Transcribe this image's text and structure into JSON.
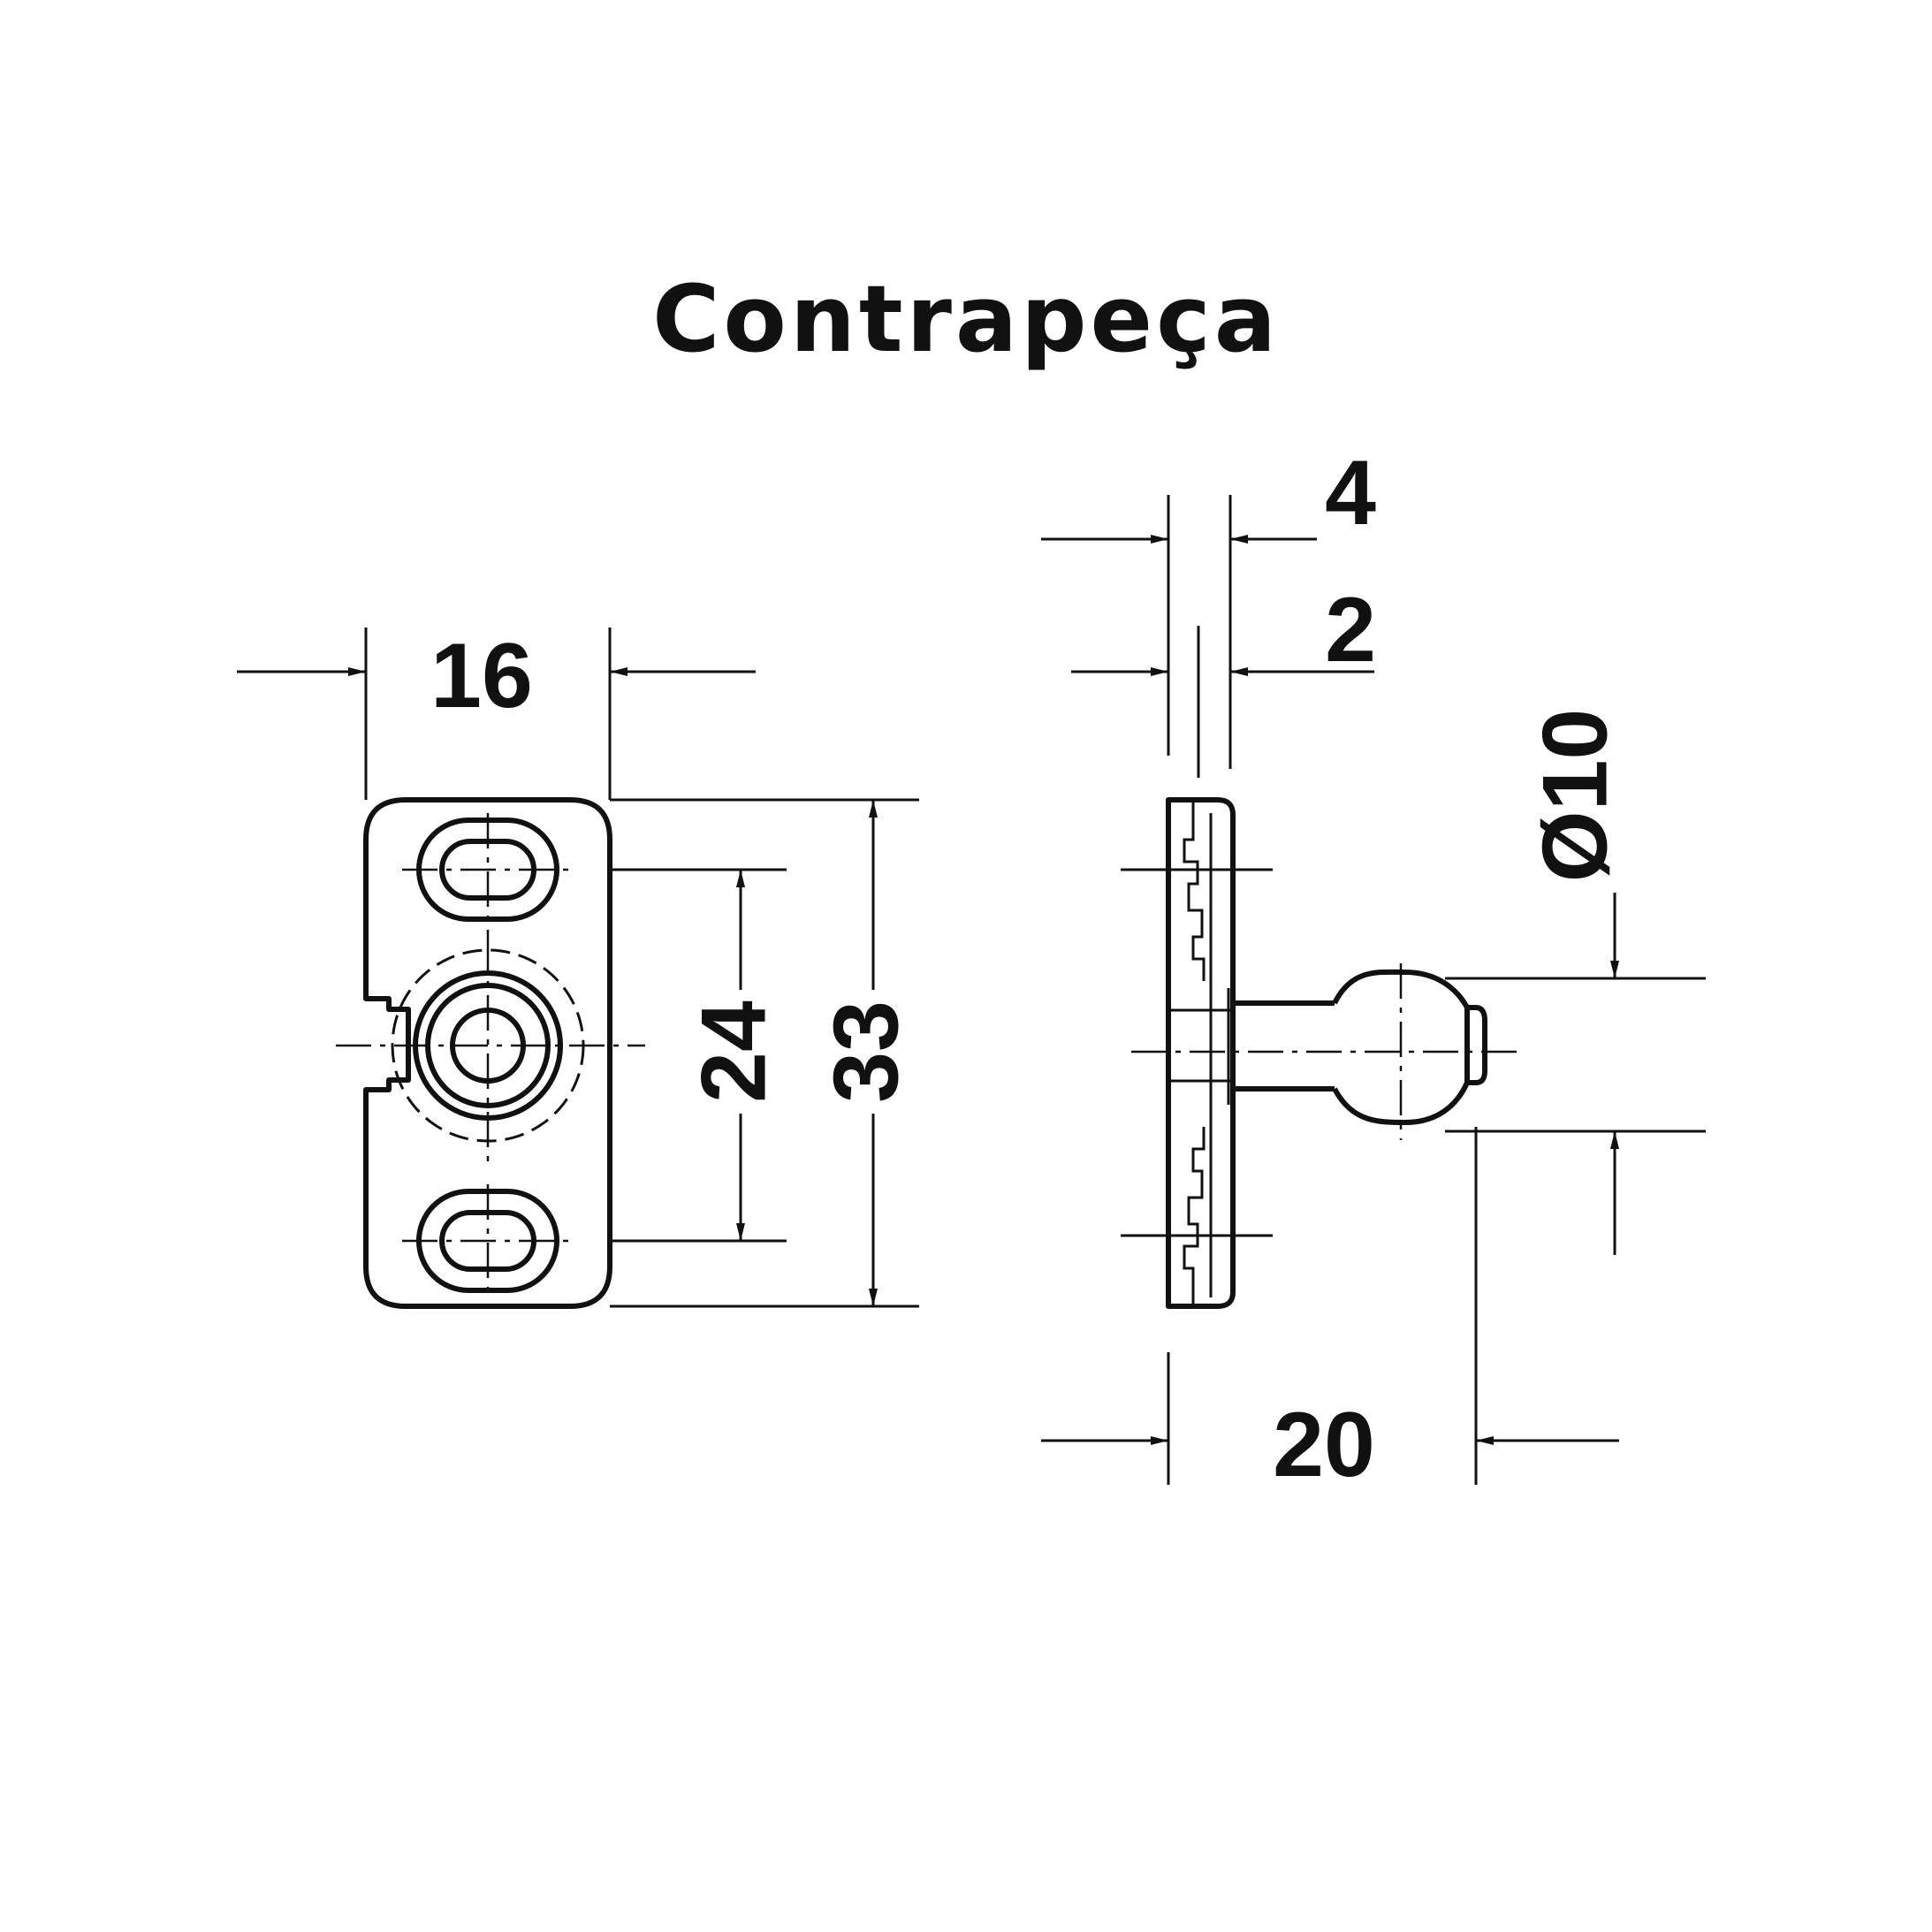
{
  "title": "Contrapeça",
  "dimensions": {
    "width_front": "16",
    "hole_spacing": "24",
    "height": "33",
    "plate_thickness": "4",
    "plate_inner": "2",
    "ball_diameter": "Ø10",
    "depth": "20"
  },
  "colors": {
    "line": "#111111",
    "background": "#ffffff"
  }
}
